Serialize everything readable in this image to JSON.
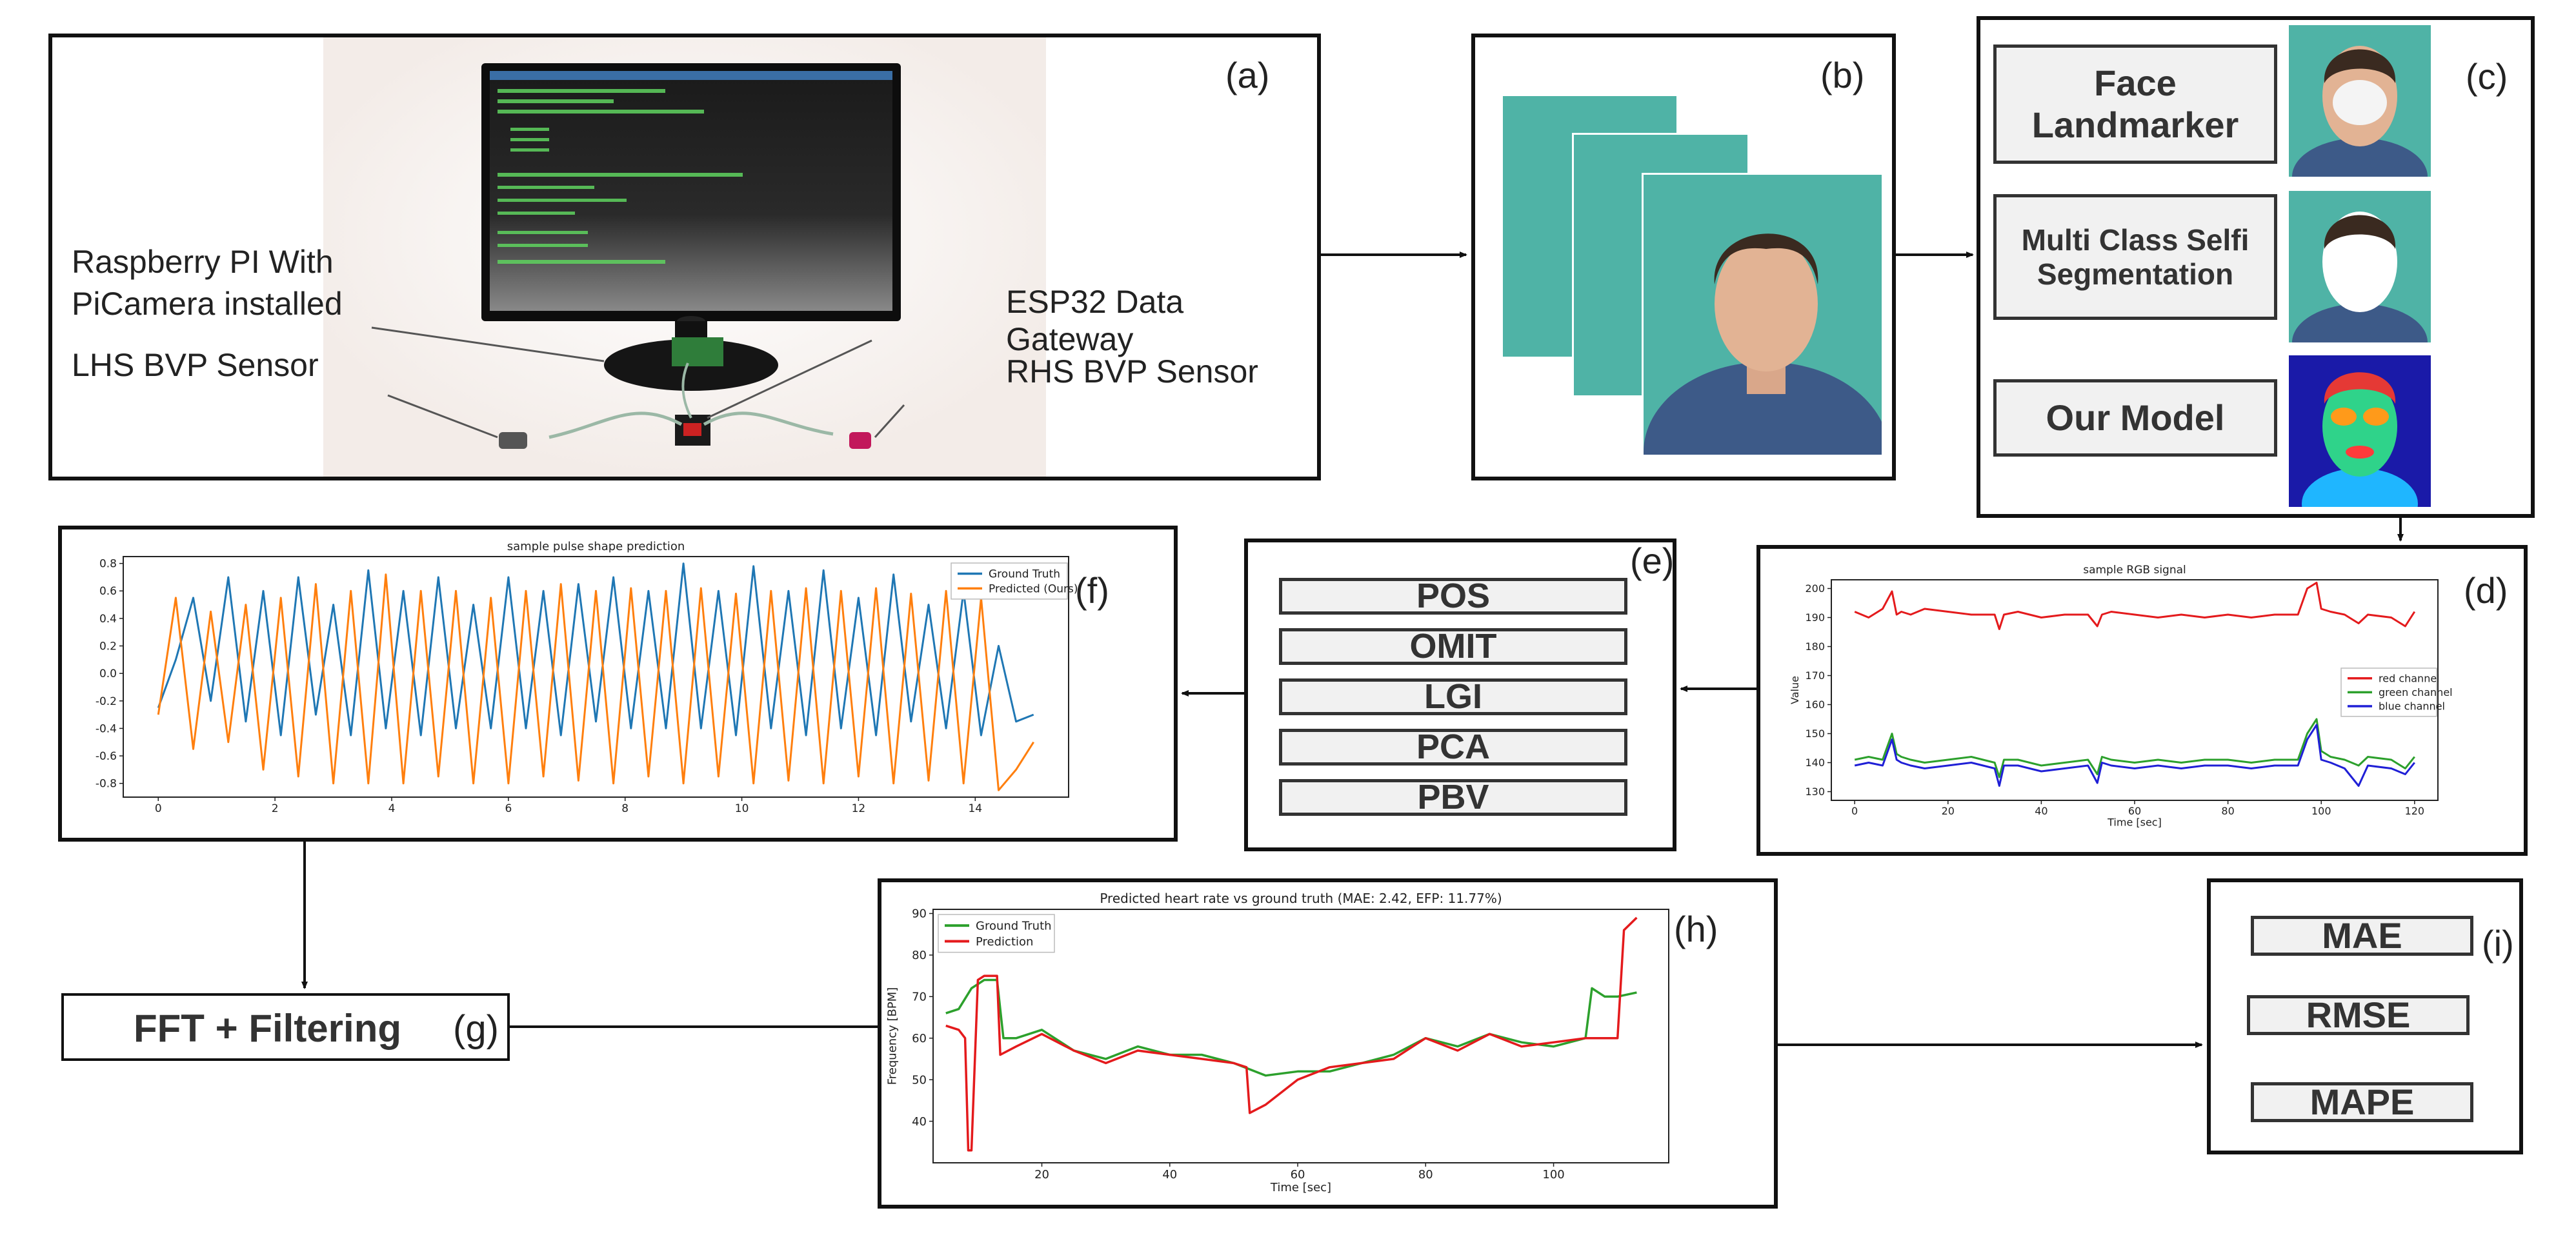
{
  "panel_a": {
    "tag": "(a)",
    "labels": {
      "raspberry": "Raspberry PI With",
      "picamera": "PiCamera installed",
      "lhs": "LHS BVP Sensor",
      "esp": "ESP32 Data Gateway",
      "rhs": "RHS BVP Sensor"
    }
  },
  "panel_b": {
    "tag": "(b)"
  },
  "panel_c": {
    "tag": "(c)",
    "items": [
      {
        "label": "Face Landmarker"
      },
      {
        "label": "Multi Class Selfi Segmentation"
      },
      {
        "label": "Our Model"
      }
    ]
  },
  "panel_d": {
    "tag": "(d)"
  },
  "panel_e": {
    "tag": "(e)",
    "methods": [
      "POS",
      "OMIT",
      "LGI",
      "PCA",
      "PBV"
    ]
  },
  "panel_f": {
    "tag": "(f)"
  },
  "panel_g": {
    "label": "FFT + Filtering",
    "tag": "(g)"
  },
  "panel_h": {
    "tag": "(h)"
  },
  "panel_i": {
    "tag": "(i)",
    "metrics": [
      "MAE",
      "RMSE",
      "MAPE"
    ]
  },
  "colors": {
    "ground_truth_f": "#1f77b4",
    "predicted_f": "#ff7f0e",
    "red": "#e41a1c",
    "green": "#2ca02c",
    "blue": "#1f1fd6"
  },
  "chart_data": [
    {
      "id": "f",
      "type": "line",
      "title": "sample pulse shape prediction",
      "xlabel": "",
      "ylabel": "",
      "xlim": [
        -0.6,
        15.6
      ],
      "ylim": [
        -0.9,
        0.85
      ],
      "xticks": [
        0,
        2,
        4,
        6,
        8,
        10,
        12,
        14
      ],
      "yticks": [
        0.8,
        0.6,
        0.4,
        0.2,
        0.0,
        -0.2,
        -0.4,
        -0.6,
        -0.8
      ],
      "legend": "top-right",
      "series": [
        {
          "name": "Ground Truth",
          "color": "#1f77b4",
          "x": [
            0,
            0.3,
            0.6,
            0.9,
            1.2,
            1.5,
            1.8,
            2.1,
            2.4,
            2.7,
            3.0,
            3.3,
            3.6,
            3.9,
            4.2,
            4.5,
            4.8,
            5.1,
            5.4,
            5.7,
            6.0,
            6.3,
            6.6,
            6.9,
            7.2,
            7.5,
            7.8,
            8.1,
            8.4,
            8.7,
            9.0,
            9.3,
            9.6,
            9.9,
            10.2,
            10.5,
            10.8,
            11.1,
            11.4,
            11.7,
            12.0,
            12.3,
            12.6,
            12.9,
            13.2,
            13.5,
            13.8,
            14.1,
            14.4,
            14.7,
            15.0
          ],
          "y": [
            -0.25,
            0.1,
            0.55,
            -0.2,
            0.7,
            -0.35,
            0.6,
            -0.45,
            0.7,
            -0.3,
            0.5,
            -0.45,
            0.75,
            -0.4,
            0.6,
            -0.45,
            0.7,
            -0.4,
            0.5,
            -0.4,
            0.7,
            -0.4,
            0.6,
            -0.45,
            0.65,
            -0.35,
            0.7,
            -0.4,
            0.6,
            -0.4,
            0.8,
            -0.4,
            0.6,
            -0.45,
            0.78,
            -0.4,
            0.6,
            -0.45,
            0.75,
            -0.4,
            0.55,
            -0.45,
            0.72,
            -0.35,
            0.5,
            -0.4,
            0.6,
            -0.45,
            0.2,
            -0.35,
            -0.3
          ]
        },
        {
          "name": "Predicted (Ours)",
          "color": "#ff7f0e",
          "x": [
            0,
            0.3,
            0.6,
            0.9,
            1.2,
            1.5,
            1.8,
            2.1,
            2.4,
            2.7,
            3.0,
            3.3,
            3.6,
            3.9,
            4.2,
            4.5,
            4.8,
            5.1,
            5.4,
            5.7,
            6.0,
            6.3,
            6.6,
            6.9,
            7.2,
            7.5,
            7.8,
            8.1,
            8.4,
            8.7,
            9.0,
            9.3,
            9.6,
            9.9,
            10.2,
            10.5,
            10.8,
            11.1,
            11.4,
            11.7,
            12.0,
            12.3,
            12.6,
            12.9,
            13.2,
            13.5,
            13.8,
            14.1,
            14.4,
            14.7,
            15.0
          ],
          "y": [
            -0.3,
            0.55,
            -0.55,
            0.45,
            -0.5,
            0.5,
            -0.7,
            0.55,
            -0.75,
            0.65,
            -0.8,
            0.6,
            -0.8,
            0.72,
            -0.8,
            0.6,
            -0.75,
            0.6,
            -0.8,
            0.55,
            -0.8,
            0.6,
            -0.75,
            0.65,
            -0.78,
            0.6,
            -0.8,
            0.62,
            -0.75,
            0.6,
            -0.8,
            0.62,
            -0.75,
            0.58,
            -0.8,
            0.6,
            -0.78,
            0.62,
            -0.8,
            0.6,
            -0.75,
            0.62,
            -0.8,
            0.58,
            -0.78,
            0.6,
            -0.8,
            0.55,
            -0.85,
            -0.7,
            -0.5
          ]
        }
      ]
    },
    {
      "id": "d",
      "type": "line",
      "title": "sample RGB signal",
      "xlabel": "Time [sec]",
      "ylabel": "Value",
      "xlim": [
        -5,
        125
      ],
      "ylim": [
        127,
        203
      ],
      "xticks": [
        0,
        20,
        40,
        60,
        80,
        100,
        120
      ],
      "yticks": [
        200,
        190,
        180,
        170,
        160,
        150,
        140,
        130
      ],
      "legend": "center-right",
      "series": [
        {
          "name": "red channel",
          "color": "#e41a1c",
          "x": [
            0,
            3,
            6,
            8,
            9,
            10,
            12,
            15,
            20,
            25,
            30,
            31,
            32,
            35,
            40,
            45,
            50,
            52,
            53,
            55,
            60,
            65,
            70,
            75,
            80,
            85,
            90,
            95,
            97,
            99,
            100,
            102,
            105,
            108,
            110,
            115,
            118,
            120
          ],
          "y": [
            192,
            190,
            193,
            199,
            191,
            192,
            191,
            193,
            192,
            191,
            191,
            186,
            191,
            192,
            190,
            191,
            191,
            187,
            191,
            192,
            191,
            190,
            191,
            190,
            191,
            190,
            191,
            191,
            200,
            202,
            193,
            192,
            191,
            188,
            191,
            190,
            187,
            192
          ]
        },
        {
          "name": "green channel",
          "color": "#2ca02c",
          "x": [
            0,
            3,
            6,
            8,
            9,
            10,
            12,
            15,
            20,
            25,
            30,
            31,
            32,
            35,
            40,
            45,
            50,
            52,
            53,
            55,
            60,
            65,
            70,
            75,
            80,
            85,
            90,
            95,
            97,
            99,
            100,
            102,
            105,
            108,
            110,
            115,
            118,
            120
          ],
          "y": [
            141,
            142,
            141,
            150,
            143,
            142,
            141,
            140,
            141,
            142,
            140,
            135,
            141,
            141,
            139,
            140,
            141,
            136,
            142,
            141,
            140,
            141,
            140,
            141,
            141,
            140,
            141,
            141,
            150,
            155,
            144,
            142,
            141,
            139,
            142,
            141,
            138,
            142
          ]
        },
        {
          "name": "blue channel",
          "color": "#1f1fd6",
          "x": [
            0,
            3,
            6,
            8,
            9,
            10,
            12,
            15,
            20,
            25,
            30,
            31,
            32,
            35,
            40,
            45,
            50,
            52,
            53,
            55,
            60,
            65,
            70,
            75,
            80,
            85,
            90,
            95,
            97,
            99,
            100,
            102,
            105,
            108,
            110,
            115,
            118,
            120
          ],
          "y": [
            139,
            140,
            139,
            148,
            141,
            140,
            139,
            138,
            139,
            140,
            138,
            132,
            139,
            139,
            137,
            138,
            139,
            133,
            140,
            139,
            138,
            139,
            138,
            139,
            139,
            138,
            139,
            139,
            148,
            153,
            141,
            140,
            138,
            132,
            139,
            138,
            136,
            140
          ]
        }
      ]
    },
    {
      "id": "h",
      "type": "line",
      "title": "Predicted heart rate vs ground truth (MAE: 2.42, EFP: 11.77%)",
      "xlabel": "Time [sec]",
      "ylabel": "Frequency [BPM]",
      "xlim": [
        3,
        118
      ],
      "ylim": [
        30,
        91
      ],
      "xticks": [
        20,
        40,
        60,
        80,
        100
      ],
      "yticks": [
        90,
        80,
        70,
        60,
        50,
        40
      ],
      "legend": "top-left",
      "series": [
        {
          "name": "Ground Truth",
          "color": "#2ca02c",
          "x": [
            5,
            7,
            9,
            11,
            13,
            14,
            16,
            20,
            25,
            30,
            35,
            40,
            45,
            50,
            55,
            60,
            65,
            70,
            75,
            80,
            85,
            90,
            95,
            100,
            105,
            106,
            108,
            110,
            113
          ],
          "y": [
            66,
            67,
            72,
            74,
            74,
            60,
            60,
            62,
            57,
            55,
            58,
            56,
            56,
            54,
            51,
            52,
            52,
            54,
            56,
            60,
            58,
            61,
            59,
            58,
            60,
            72,
            70,
            70,
            71
          ]
        },
        {
          "name": "Prediction",
          "color": "#e41a1c",
          "x": [
            5,
            7,
            8,
            8.5,
            9,
            10,
            11,
            13,
            13.5,
            16,
            20,
            25,
            30,
            35,
            40,
            45,
            50,
            52,
            52.5,
            55,
            60,
            65,
            70,
            75,
            80,
            85,
            90,
            95,
            100,
            105,
            110,
            111,
            113
          ],
          "y": [
            63,
            62,
            60,
            33,
            33,
            74,
            75,
            75,
            56,
            58,
            61,
            57,
            54,
            57,
            56,
            55,
            54,
            53,
            42,
            44,
            50,
            53,
            54,
            55,
            60,
            57,
            61,
            58,
            59,
            60,
            60,
            86,
            89
          ]
        }
      ]
    }
  ]
}
